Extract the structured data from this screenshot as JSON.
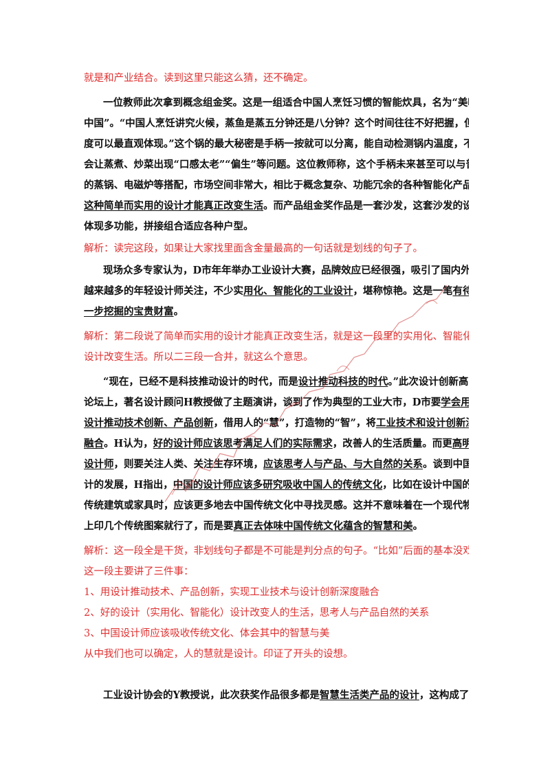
{
  "intro": {
    "line1": "就是和产业结合。读到这里只能这么猜，还不确定。"
  },
  "p1": {
    "l1": "一位教师此次拿到概念组金奖。这是一组适合中国人烹饪习惯的智能炊具，名为“美味",
    "l2": "中国”。“中国人烹饪讲究火候，蒸鱼是蒸五分钟还是八分钟？这个时间往往不好把握，但温",
    "l3": "度可以最直观体现。”这个锅的最大秘密是手柄一按就可以分离，能自动检测锅内温度，不",
    "l4": "会让蒸煮、炒菜出现“口感太老”“偏生”等问题。这位教师称，这个手柄未来甚至可以与普通",
    "l5": "的蒸锅、电磁炉等搭配，市场空间非常大，相比于概念复杂、功能冗余的各种智能化产品，",
    "l6a": "这种简单而实用的设计才能真正改变生活",
    "l6b": "。而产品组金奖作品是一套沙发，这套沙发的设计",
    "l7": "体现多功能，拼接组合适应各种户型。"
  },
  "note1": "解析：读完这段，如果让大家找里面含金量最高的一句话就是划线的句子了。",
  "p2": {
    "l1": "现场众多专家认为，D市年年举办工业设计大赛，品牌效应已经很强，吸引了国内外",
    "l2a": "越来越多的年轻设计师关注，不少实",
    "l2b": "用化、智能化的工业设计",
    "l2c": "，堪称惊艳。这是一笔",
    "l2d": "有待进",
    "l3": "一步挖掘的宝贵财富",
    "l3end": "。"
  },
  "note2": {
    "l1": "解析：第二段说了简单而实用的设计才能真正改变生活，就是这一段里的实用化、智能化的",
    "l2": "设计改变生活。所以二三段一合并，就这么个意思。"
  },
  "p3": {
    "l1a": "“现在，已经不是科技推动设计的时代，而是",
    "l1b": "设计推动科技的时代",
    "l1c": "。”此次设计创新高峰",
    "l2a": "论坛上，著名设计顾问H教授做了主题演讲，谈到了作为典型的工业大市，D市要",
    "l2b": "学会用",
    "l3a": "设计推动技术创新、产品创新",
    "l3b": "，借用人的“慧”，打造物的“智”，将",
    "l3c": "工业技术和设计创新深度",
    "l4a": "融合",
    "l4b": "。H认为，",
    "l4c": "好的设计师应该思考满足人们的实际需求",
    "l4d": "，改善人的生活质量。而更",
    "l4e": "高明的",
    "l5a": "设计师",
    "l5b": "，则要关注人类、关注生存环境，",
    "l5c": "应该思考人与产品、与大自然的关系",
    "l5d": "。谈到中国设",
    "l6a": "计的发展，H指出，",
    "l6b": "中国的设计师应该多研究吸收中国人的传统文化",
    "l6c": "，比如在设计中国的",
    "l7": "传统建筑或家具时，应该更多地去中国传统文化中寻找灵感。这并不意味着在一个现代物品",
    "l8a": "上印几个传统图案就行了，而是要",
    "l8b": "真正去体味中国传统文化蕴含的智慧和美",
    "l8c": "。"
  },
  "note3": {
    "l1": "解析：这一段全是干货，非划线句子都是不可能是判分点的句子。“比如”后面的基本没戏。",
    "l2": "这一段主要讲了三件事：",
    "l3": "1、用设计推动技术、产品创新，实现工业技术与设计创新深度融合",
    "l4": "2、好的设计（实用化、智能化）设计改变人的生活，思考人与产品自然的关系",
    "l5": "3、中国设计师应该吸收传统文化、体会其中的智慧与美",
    "l6": "从中我们也可以确定，人的慧就是设计。印证了开头的设想。"
  },
  "p4": {
    "l1a": "工业设计协会的Y教授说，此次获奖作品很多都是",
    "l1b": "智慧生活类产品的设计",
    "l1c": "，这构成了"
  },
  "colors": {
    "annotation": "#e03030",
    "watermark": "#cc3333"
  }
}
